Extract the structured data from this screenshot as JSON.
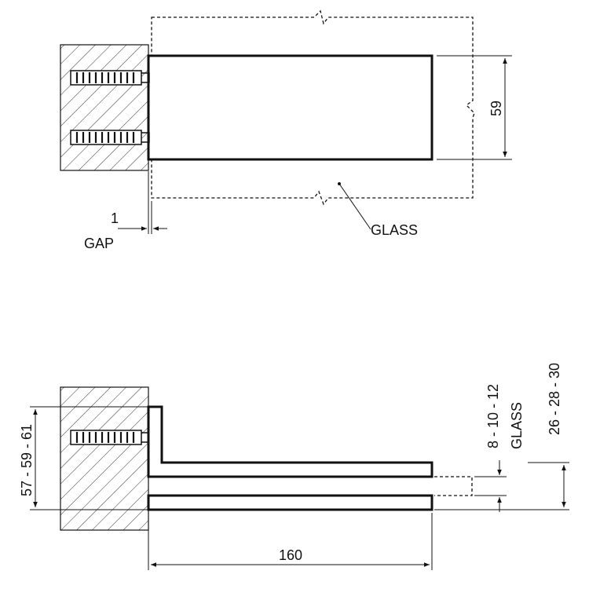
{
  "labels": {
    "top_height": "59",
    "gap_value": "1",
    "gap_label": "GAP",
    "glass_callout": "GLASS",
    "length": "160",
    "wall_range": "57 - 59 - 61",
    "glass_thickness": "8 - 10 - 12",
    "glass_word": "GLASS",
    "total_range": "26 - 28 - 30"
  },
  "colors": {
    "line": "#111111",
    "hatch": "#333333"
  }
}
